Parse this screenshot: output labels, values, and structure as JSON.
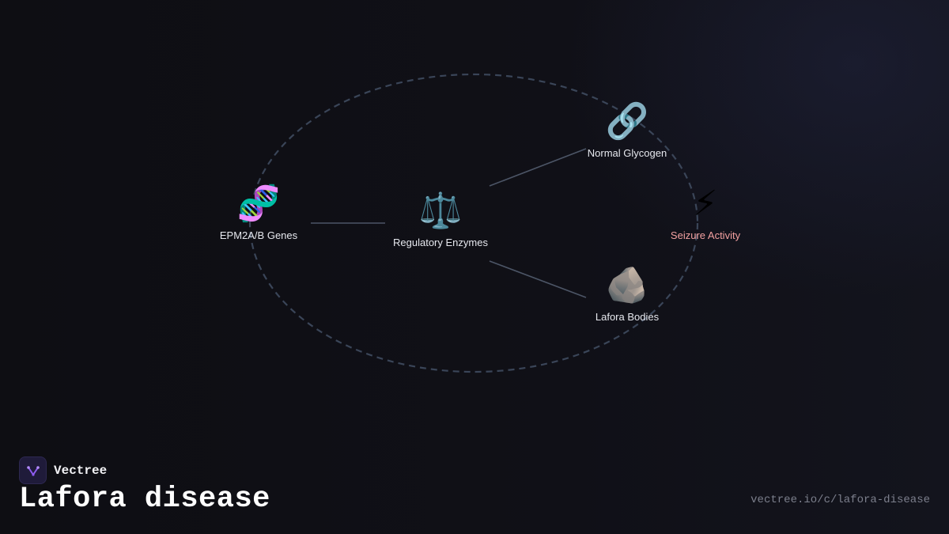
{
  "brand": {
    "name": "Vectree",
    "logo_icon": "vectree-logo-icon",
    "accent_color": "#8e5cf0"
  },
  "title": "Lafora disease",
  "url": "vectree.io/c/lafora-disease",
  "diagram": {
    "nodes": [
      {
        "id": "genes",
        "label": "EPM2A/B Genes",
        "icon": "🧬",
        "icon_name": "dna-icon"
      },
      {
        "id": "enzymes",
        "label": "Regulatory Enzymes",
        "icon": "⚖️",
        "icon_name": "scales-icon"
      },
      {
        "id": "glycogen",
        "label": "Normal Glycogen",
        "icon": "🔗",
        "icon_name": "link-icon"
      },
      {
        "id": "seizure",
        "label": "Seizure Activity",
        "icon": "⚡",
        "icon_name": "lightning-icon",
        "label_color": "#f2a0a0"
      },
      {
        "id": "bodies",
        "label": "Lafora Bodies",
        "icon": "🪨",
        "icon_name": "rock-icon"
      }
    ],
    "edges": [
      {
        "from": "genes",
        "to": "enzymes"
      },
      {
        "from": "enzymes",
        "to": "glycogen"
      },
      {
        "from": "enzymes",
        "to": "bodies"
      }
    ],
    "colors": {
      "edge": "#4c5566",
      "ring": "#3a4558"
    }
  }
}
